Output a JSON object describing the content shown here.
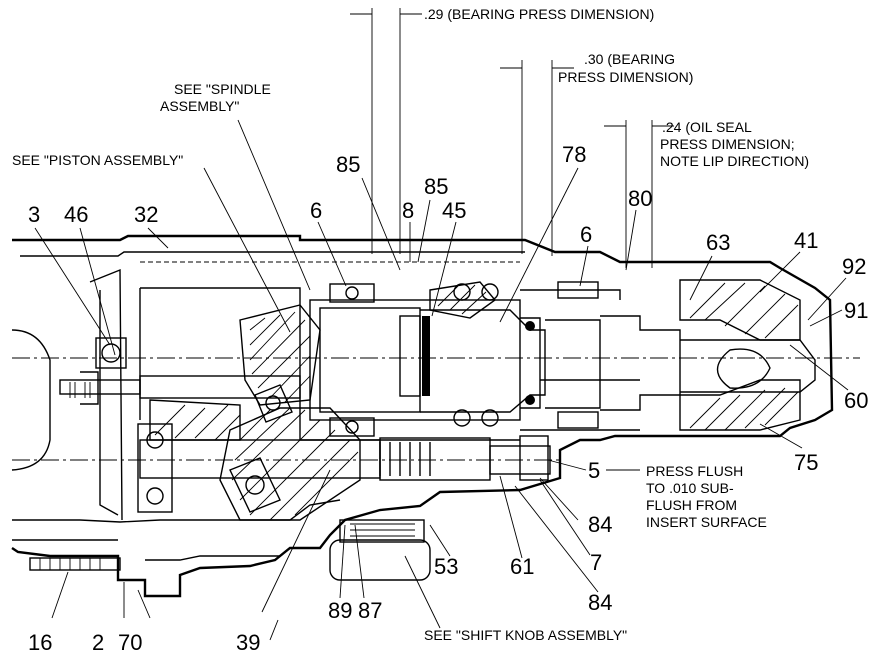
{
  "notes": {
    "bearing_press_29": ".29 (BEARING PRESS DIMENSION)",
    "bearing_press_30_l1": ".30 (BEARING",
    "bearing_press_30_l2": "PRESS DIMENSION)",
    "oil_seal_l1": ".24 (OIL SEAL",
    "oil_seal_l2": "PRESS DIMENSION;",
    "oil_seal_l3": "NOTE LIP DIRECTION)",
    "spindle_l1": "SEE \"SPINDLE",
    "spindle_l2": "ASSEMBLY\"",
    "piston": "SEE \"PISTON ASSEMBLY\"",
    "press_flush_l1": "PRESS FLUSH",
    "press_flush_l2": "TO .010 SUB-",
    "press_flush_l3": "FLUSH FROM",
    "press_flush_l4": "INSERT SURFACE",
    "shift_knob": "SEE \"SHIFT KNOB ASSEMBLY\""
  },
  "callouts": {
    "c3": "3",
    "c46": "46",
    "c32": "32",
    "c6a": "6",
    "c85a": "85",
    "c8": "8",
    "c85b": "85",
    "c45": "45",
    "c78": "78",
    "c6b": "6",
    "c80": "80",
    "c63": "63",
    "c41": "41",
    "c92": "92",
    "c91": "91",
    "c60": "60",
    "c75": "75",
    "c5": "5",
    "c84a": "84",
    "c7": "7",
    "c84b": "84",
    "c61": "61",
    "c53": "53",
    "c89": "89",
    "c87": "87",
    "c39": "39",
    "c16": "16",
    "c2": "2",
    "c70": "70"
  }
}
